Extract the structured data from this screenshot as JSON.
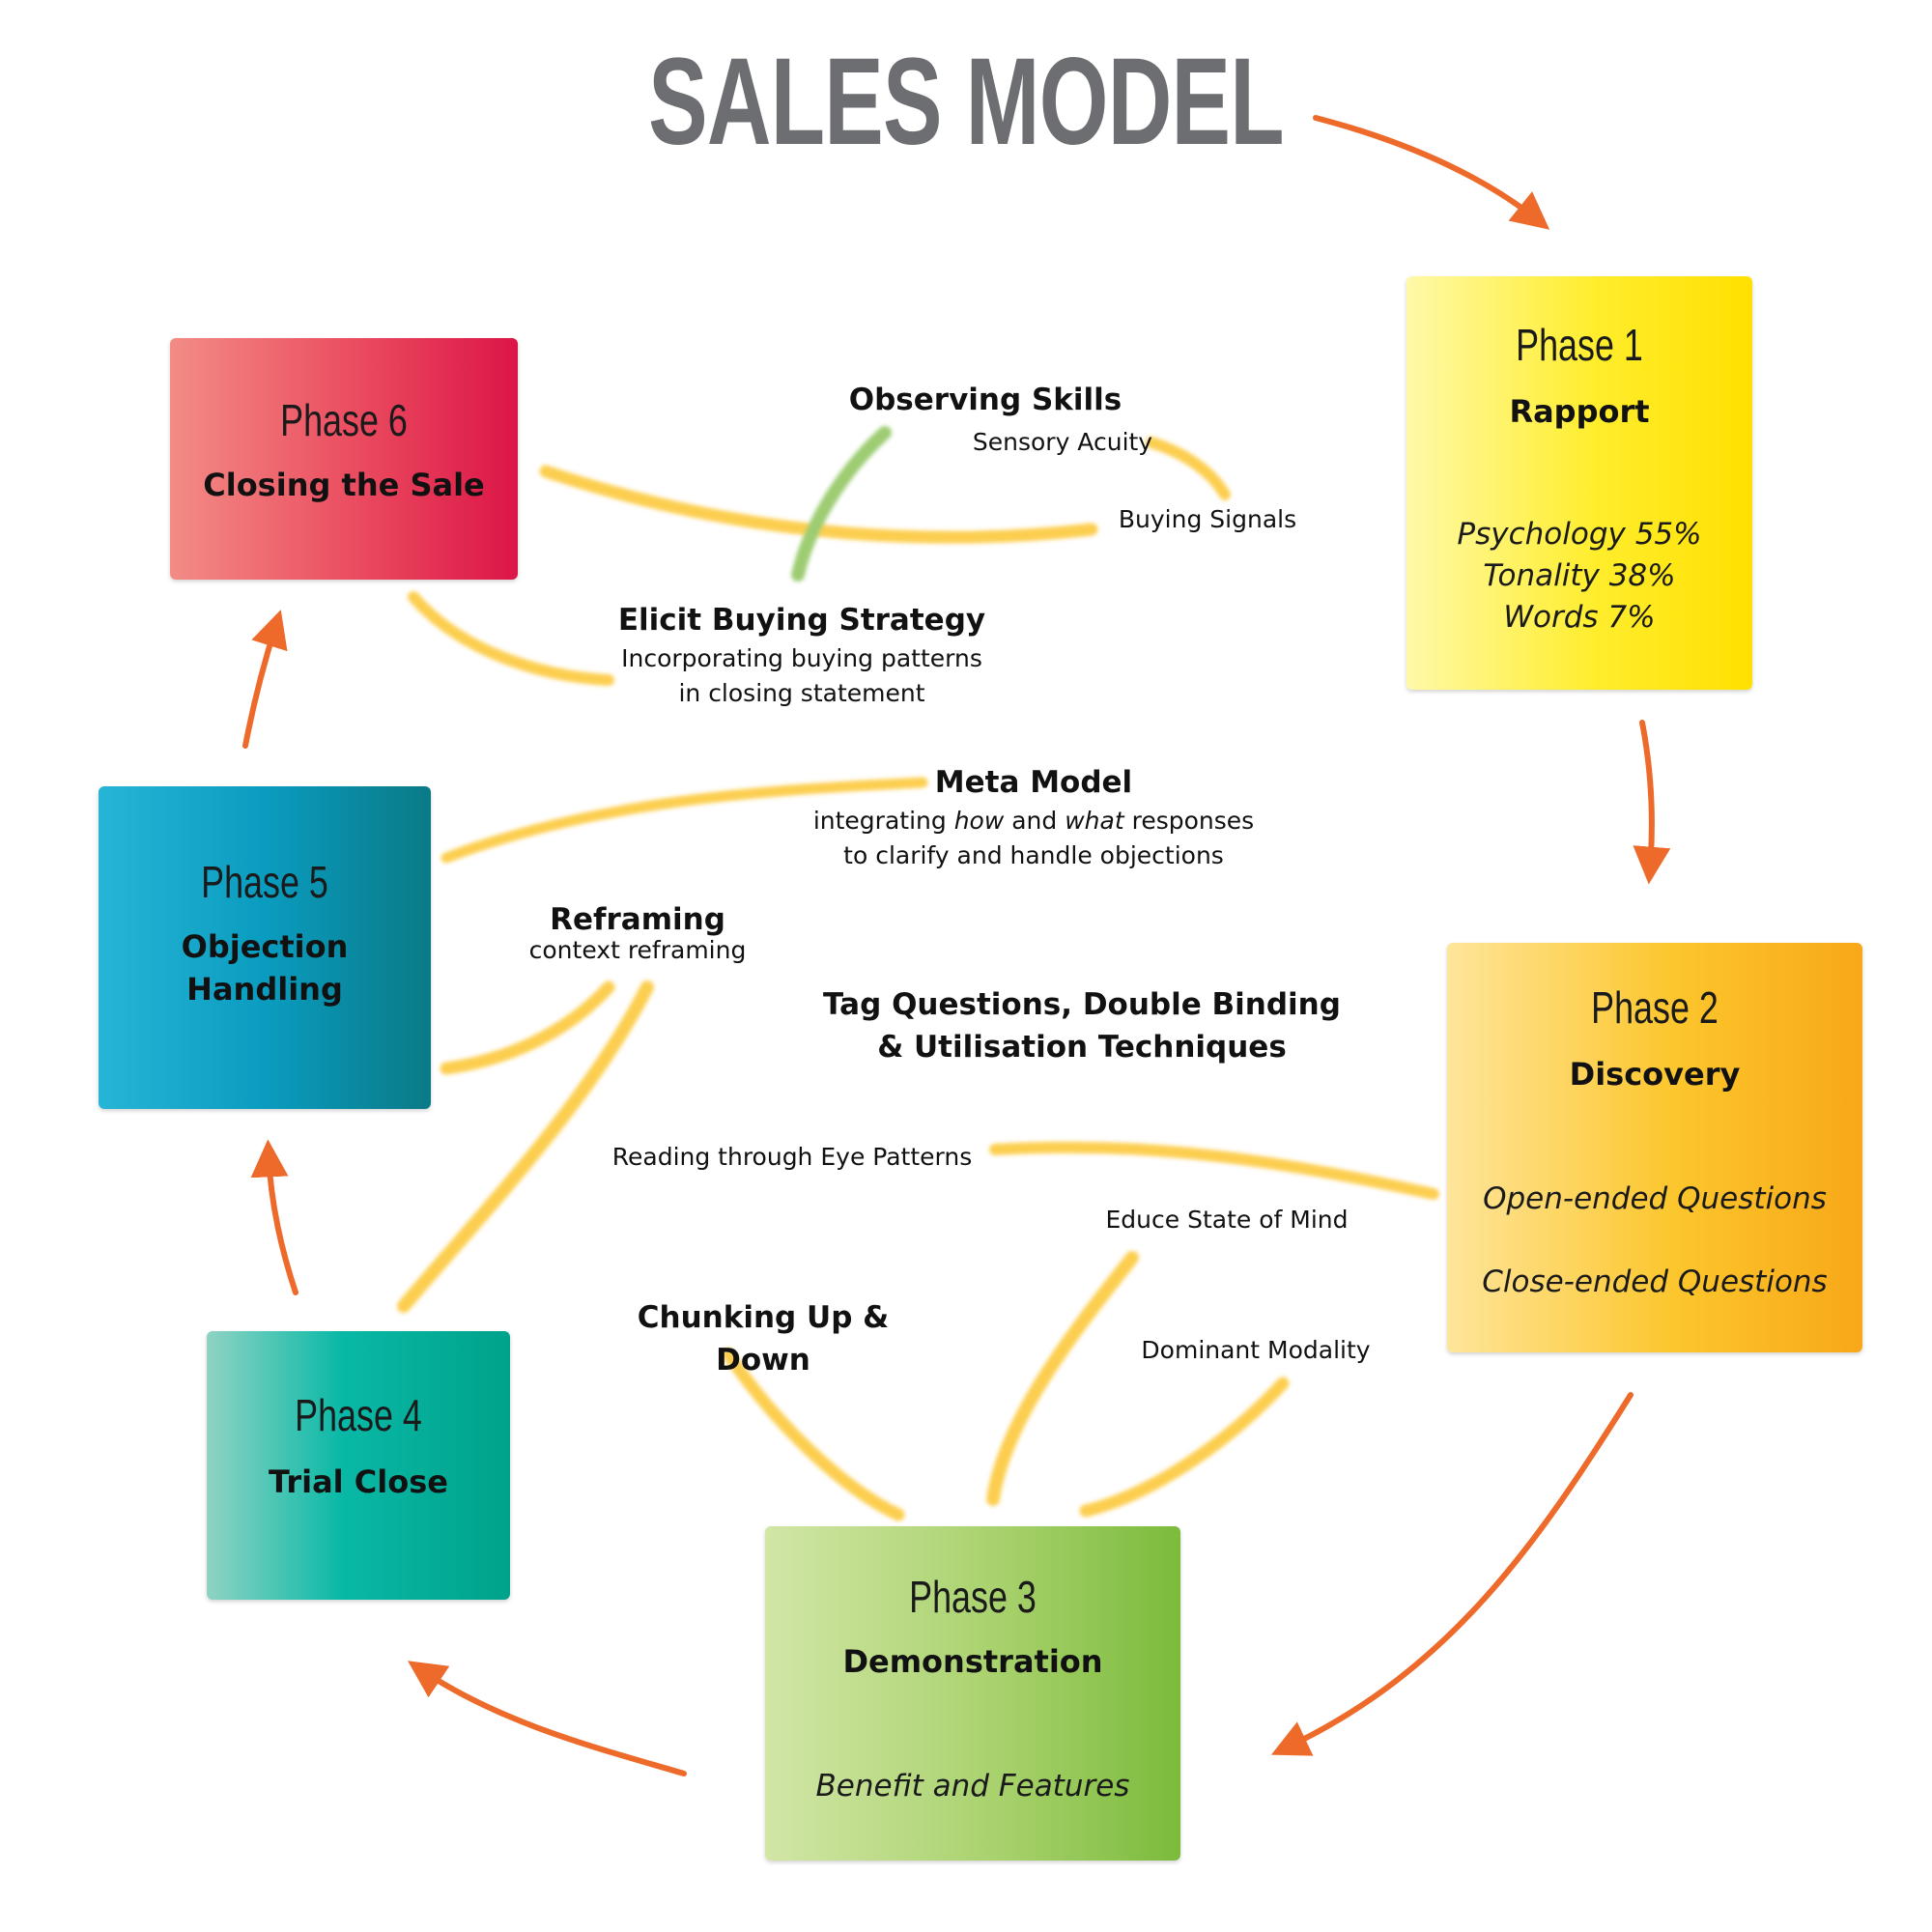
{
  "title": "SALES MODEL",
  "colors": {
    "arrow": "#ee6a2a",
    "connector": "#fcc630",
    "connector_green": "#8cc45a",
    "title": "#6d6e71"
  },
  "phases": [
    {
      "label": "Phase 1",
      "name": "Rapport",
      "notes": [
        "Psychology 55%",
        "Tonality 38%",
        "Words 7%"
      ]
    },
    {
      "label": "Phase 2",
      "name": "Discovery",
      "notes": [
        "Open-ended Questions",
        "Close-ended Questions"
      ]
    },
    {
      "label": "Phase 3",
      "name": "Demonstration",
      "notes": [
        "Benefit and Features"
      ]
    },
    {
      "label": "Phase 4",
      "name": "Trial Close"
    },
    {
      "label": "Phase 5",
      "name_lines": [
        "Objection",
        "Handling"
      ]
    },
    {
      "label": "Phase 6",
      "name": "Closing the Sale"
    }
  ],
  "skills": {
    "observing": {
      "title": "Observing Skills",
      "sub": "Sensory Acuity"
    },
    "buying_signals": "Buying Signals",
    "elicit": {
      "title": "Elicit Buying Strategy",
      "lines": [
        "Incorporating buying patterns",
        "in closing statement"
      ]
    },
    "meta_model": {
      "title": "Meta Model",
      "line1_a": "integrating ",
      "line1_how": "how",
      "line1_b": " and ",
      "line1_what": "what",
      "line1_c": " responses",
      "line2": "to clarify and handle objections"
    },
    "reframing": {
      "title": "Reframing",
      "sub": "context reframing"
    },
    "tag_questions": {
      "lines": [
        "Tag Questions, Double Binding",
        "& Utilisation Techniques"
      ]
    },
    "eye_patterns": "Reading through Eye Patterns",
    "educe": "Educe State of Mind",
    "chunking": "Chunking Up & Down",
    "modality": "Dominant Modality"
  }
}
